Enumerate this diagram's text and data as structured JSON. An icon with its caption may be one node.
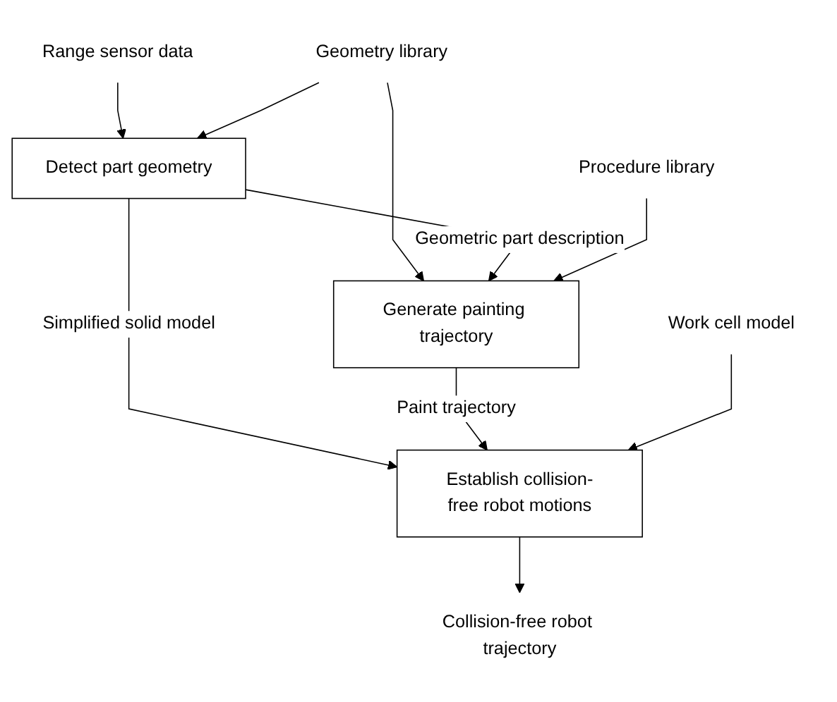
{
  "diagram": {
    "nodes": [
      {
        "text": [
          "Range sensor data"
        ]
      },
      {
        "text": [
          "Detect part geometry"
        ]
      },
      {
        "text": [
          "Geometry library"
        ]
      },
      {
        "text": [
          "Generate painting trajectory"
        ]
      },
      {
        "text": [
          "Procedure library"
        ]
      },
      {
        "text": [
          "Establish collision-free robot motions"
        ]
      },
      {
        "text": [
          "Work cell model"
        ]
      },
      {
        "text": [
          "Collision-free robot trajectory"
        ]
      }
    ],
    "edges": [
      {
        "from": 0,
        "to": 1,
        "arrow": "to"
      },
      {
        "from": 2,
        "to": 1,
        "arrow": "to"
      },
      {
        "from": 2,
        "to": 3,
        "arrow": "to"
      },
      {
        "from": 1,
        "to": 3,
        "arrow": "to",
        "label": "Geometric part description"
      },
      {
        "from": 4,
        "to": 3,
        "arrow": "to"
      },
      {
        "from": 1,
        "to": 5,
        "arrow": "to",
        "label": "Simplified solid model"
      },
      {
        "from": 3,
        "to": 5,
        "arrow": "to",
        "label": "Paint trajectory"
      },
      {
        "from": 6,
        "to": 5,
        "arrow": "to"
      },
      {
        "from": 5,
        "to": 7,
        "arrow": "to"
      }
    ]
  }
}
